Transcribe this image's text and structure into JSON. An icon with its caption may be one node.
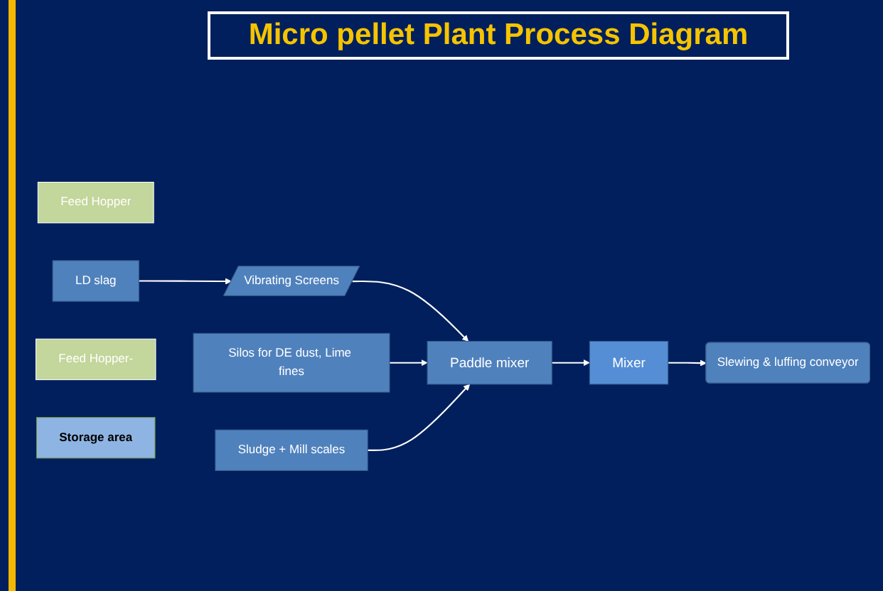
{
  "diagram": {
    "title": "Micro pellet Plant Process Diagram",
    "nodes": [
      {
        "text": [
          "Feed Hopper"
        ]
      },
      {
        "text": [
          "LD slag"
        ]
      },
      {
        "text": [
          "Vibrating Screens"
        ]
      },
      {
        "text": [
          "Silos for DE dust, Lime fines"
        ]
      },
      {
        "text": [
          "Feed Hopper-"
        ]
      },
      {
        "text": [
          "Sludge + Mill scales"
        ]
      },
      {
        "text": [
          "Paddle mixer"
        ]
      },
      {
        "text": [
          "Mixer"
        ]
      },
      {
        "text": [
          "Slewing & luffing conveyor"
        ]
      },
      {
        "text": [
          "Storage area"
        ]
      }
    ],
    "edges": [
      {
        "from": 1,
        "to": 2,
        "arrow": "to"
      },
      {
        "from": 2,
        "to": 6,
        "arrow": "to"
      },
      {
        "from": 3,
        "to": 6,
        "arrow": "to"
      },
      {
        "from": 5,
        "to": 6,
        "arrow": "to"
      },
      {
        "from": 6,
        "to": 7,
        "arrow": "to"
      },
      {
        "from": 7,
        "to": 8,
        "arrow": "to"
      }
    ]
  }
}
